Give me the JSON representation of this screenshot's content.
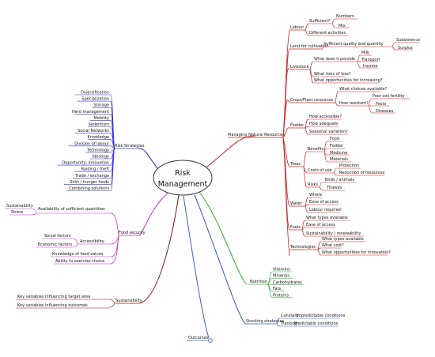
{
  "central": {
    "line1": "Risk",
    "line2": "Management"
  },
  "colors": {
    "natural": "#d21f1f",
    "strategies": "#2b2fd6",
    "food": "#c42ad0",
    "sustain": "#7a1a12",
    "outcomes": "#3b5fd6",
    "stocking": "#2a58c8",
    "nutrition": "#2fa82f",
    "central_outline": "#333333"
  },
  "branches": {
    "natural": {
      "label": "Managing Natural Resources",
      "labour": {
        "label": "Labour",
        "sufficient": "Sufficient?",
        "numbers": "Numbers",
        "mix": "Mix",
        "different": "Different activities"
      },
      "land": {
        "label": "Land for cultivation",
        "quality": "Sufficient quality and quantity",
        "subsistence": "Subsistence",
        "surplus": "Surplus"
      },
      "livestock": {
        "label": "Livestock",
        "provide": "What does it provide",
        "milk": "Milk",
        "transport": "Transport",
        "income": "Income",
        "risks": "What risks of loss?",
        "opportunities": "What opportunities for increasing?"
      },
      "crops": {
        "label": "Crops/Plant resources",
        "choices": "What choices available?",
        "resistant": "How resistant?",
        "soil": "Poor soil fertility",
        "pests": "Pests",
        "diseases": "Diseases"
      },
      "fodder": {
        "label": "Fodder",
        "accessible": "How accessible?",
        "adequate": "How adequate",
        "seasonal": "Seasonal variation?"
      },
      "trees": {
        "label": "Trees",
        "benefits": "Benefits",
        "food": "Food",
        "fodder": "Fodder",
        "medicine": "Medicine",
        "materials": "Materials",
        "costs": "Costs of use",
        "protection": "Protection",
        "reduction": "Reduction of resources",
        "risks": "Risks",
        "birds": "Birds / animals",
        "thieves": "Thieves"
      },
      "water": {
        "label": "Water",
        "where": "Where",
        "ease": "Ease of access",
        "labour": "Labour required"
      },
      "fuels": {
        "label": "Fuels",
        "types": "What types available",
        "ease": "Ease of access",
        "sustain": "Sustainability / renewability"
      },
      "tech": {
        "label": "Technologies",
        "types": "What types available",
        "cost": "What cost?",
        "innovation": "What opportunities for innovation?"
      }
    },
    "strategies": {
      "label": "Risk Strategies",
      "items": [
        "Diversification",
        "Specialization",
        "Storage",
        "Herd management",
        "Mobility",
        "Sedentism",
        "Social Networks",
        "Knowledge",
        "Division of labour",
        "Technology",
        "Ideology",
        "Opportunity, innovation",
        "Raiding / theft",
        "Trade / exchange",
        "Shirt / hunger foods",
        "Combining solutions"
      ]
    },
    "food": {
      "label": "Food security",
      "availability": "Availability of sufficient quantities",
      "sustainability": "Sustainability",
      "stress": "Stress",
      "accessibility": "Accessibility",
      "social": "Social factors",
      "economic": "Economic factors",
      "knowledge": "Knowledge of food values",
      "ability": "Ability to exercise choice"
    },
    "sustain": {
      "label": "Sustainability",
      "target": "Key variables influencing target area",
      "outcomes": "Key variables influencing outcomes"
    },
    "outcomes": {
      "label": "Outcomes"
    },
    "stocking": {
      "label": "Stocking strategies",
      "constant": "Constant",
      "unpredictable": "Unpredictable conditions",
      "tracking": "Tracking",
      "predictable": "Predictable conditions"
    },
    "nutrition": {
      "label": "Nutrition",
      "items": [
        "Vitamins",
        "Minerals",
        "Carbohydrates",
        "Fats",
        "Proteins"
      ]
    }
  }
}
